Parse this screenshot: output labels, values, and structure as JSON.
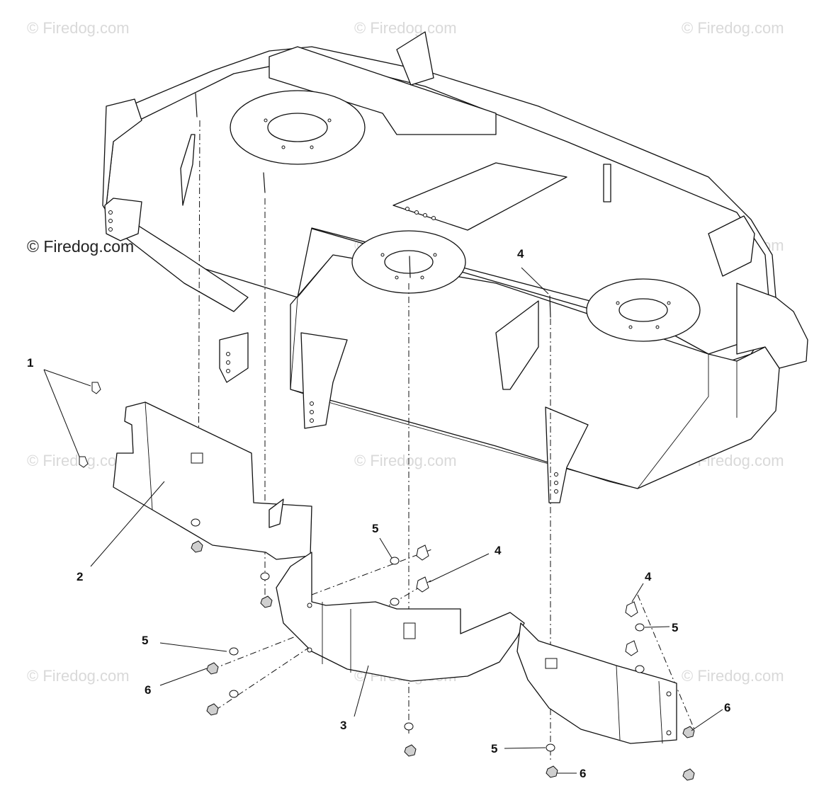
{
  "watermark": {
    "text": "© Firedog.com",
    "prominent_text": "© Firedog.com"
  },
  "callouts": [
    {
      "id": "c1",
      "label": "1"
    },
    {
      "id": "c2",
      "label": "2"
    },
    {
      "id": "c3",
      "label": "3"
    },
    {
      "id": "c4a",
      "label": "4"
    },
    {
      "id": "c4b",
      "label": "4"
    },
    {
      "id": "c4c",
      "label": "4"
    },
    {
      "id": "c5a",
      "label": "5"
    },
    {
      "id": "c5b",
      "label": "5"
    },
    {
      "id": "c5c",
      "label": "5"
    },
    {
      "id": "c5d",
      "label": "5"
    },
    {
      "id": "c6a",
      "label": "6"
    },
    {
      "id": "c6b",
      "label": "6"
    },
    {
      "id": "c6c",
      "label": "6"
    }
  ],
  "colors": {
    "line": "#111111",
    "watermark": "#d9d9d9",
    "background": "#ffffff"
  }
}
